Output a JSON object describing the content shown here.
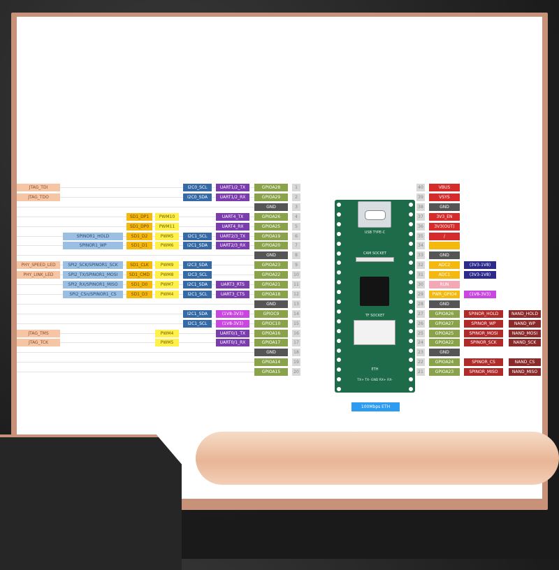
{
  "colors": {
    "jtag": "#f6c6a4",
    "i2c": "#356aa6",
    "uart": "#7b3cae",
    "gpio": "#8aa34a",
    "gnd": "#555555",
    "sd": "#f5b80e",
    "pwm": "#fff14a",
    "spi": "#9bbfe3",
    "phy": "#f6c6a4",
    "power": "#d62b2b",
    "adc": "#f5b80e",
    "vrange": "#2c2a8a",
    "run": "#f3a9b5",
    "pwrgpio": "#c946e0",
    "spinor": "#b02a2a",
    "nand": "#8b2a2a",
    "num": "#d8d8d8"
  },
  "left_pins": [
    {
      "num": "1",
      "gpio": "GPIOA28",
      "uart": "UART1/2_TX",
      "i2c": "I2C0_SCL",
      "jtag": "JTAG_TDI"
    },
    {
      "num": "2",
      "gpio": "GPIOA29",
      "uart": "UART1/2_RX",
      "i2c": "I2C0_SDA",
      "jtag": "JTAG_TDO"
    },
    {
      "num": "3",
      "gpio": "GND"
    },
    {
      "num": "4",
      "gpio": "GPIOA26",
      "uart": "UART4_TX",
      "pwm": "PWM10",
      "sd": "SD1_DP1"
    },
    {
      "num": "5",
      "gpio": "GPIOA25",
      "uart": "UART4_RX",
      "pwm": "PWM11",
      "sd": "SD1_DP0"
    },
    {
      "num": "6",
      "gpio": "GPIOA19",
      "uart": "UART2/3_TX",
      "i2c": "I2C1_SCL",
      "pwm": "PWM5",
      "sd": "SD1_D2",
      "spi": "SPINOR1_HOLD"
    },
    {
      "num": "7",
      "gpio": "GPIOA20",
      "uart": "UART2/3_RX",
      "i2c": "I2C1_SDA",
      "pwm": "PWM6",
      "sd": "SD1_D1",
      "spi": "SPINOR1_WP"
    },
    {
      "num": "8",
      "gpio": "GND"
    },
    {
      "num": "9",
      "gpio": "GPIOA23",
      "i2c": "I2C3_SDA",
      "pwm": "PWM9",
      "sd": "SD1_CLK",
      "spi": "SPI2_SCK/SPINOR1_SCK",
      "phy": "PHY_SPEED_LED"
    },
    {
      "num": "10",
      "gpio": "GPIOA22",
      "i2c": "I2C3_SCL",
      "pwm": "PWM8",
      "sd": "SD1_CMD",
      "spi": "SPI2_TX/SPINOR1_MOSI",
      "phy": "PHY_LINK_LED"
    },
    {
      "num": "11",
      "gpio": "GPIOA21",
      "uart": "UART3_RTS",
      "i2c": "I2C1_SDA",
      "pwm": "PWM7",
      "sd": "SD1_D0",
      "spi": "SPI2_RX/SPINOR1_MISO"
    },
    {
      "num": "12",
      "gpio": "GPIOA18",
      "uart": "UART3_CTS",
      "i2c": "I2C1_SCL",
      "pwm": "PWM4",
      "sd": "SD1_D3",
      "spi": "SPI2_CSn/SPINOR1_CS"
    },
    {
      "num": "13",
      "gpio": "GND"
    },
    {
      "num": "14",
      "gpio": "GPIOC9",
      "uart": "(1V8-3V3)",
      "i2c": "I2C1_SDA"
    },
    {
      "num": "15",
      "gpio": "GPIOC10",
      "uart": "(1V8-3V3)",
      "i2c": "I2C1_SCL"
    },
    {
      "num": "16",
      "gpio": "GPIOA16",
      "uart": "UART0/1_TX",
      "pwm": "PWM4",
      "jtag": "JTAG_TMS"
    },
    {
      "num": "17",
      "gpio": "GPIOA17",
      "uart": "UART0/1_RX",
      "pwm": "PWM5",
      "jtag": "JTAG_TCK"
    },
    {
      "num": "18",
      "gpio": "GND"
    },
    {
      "num": "19",
      "gpio": "GPIOA14"
    },
    {
      "num": "20",
      "gpio": "GPIOA15"
    }
  ],
  "right_pins": [
    {
      "num": "40",
      "func": "VBUS"
    },
    {
      "num": "39",
      "func": "VSYS"
    },
    {
      "num": "38",
      "func": "GND"
    },
    {
      "num": "37",
      "func": "3V3_EN"
    },
    {
      "num": "36",
      "func": "3V3(OUT)"
    },
    {
      "num": "35",
      "func": "/"
    },
    {
      "num": "34",
      "func": ""
    },
    {
      "num": "33",
      "func": "GND"
    },
    {
      "num": "32",
      "func": "ADC2",
      "extra": "(3V3-1V8)"
    },
    {
      "num": "31",
      "func": "ADC1",
      "extra": "(3V3-1V8)"
    },
    {
      "num": "30",
      "func": "RUN"
    },
    {
      "num": "29",
      "func": "PWR_GPIO4",
      "extra": "(1V8-3V3)"
    },
    {
      "num": "28",
      "func": "GND"
    },
    {
      "num": "27",
      "func": "GPIOA26",
      "spinor": "SPINOR_HOLD",
      "nand": "NAND_HOLD"
    },
    {
      "num": "26",
      "func": "GPIOA27",
      "spinor": "SPINOR_WP",
      "nand": "NAND_WP"
    },
    {
      "num": "25",
      "func": "GPIOA25",
      "spinor": "SPINOR_MOSI",
      "nand": "NAND_MOSI"
    },
    {
      "num": "24",
      "func": "GPIOA22",
      "spinor": "SPINOR_SCK",
      "nand": "NAND_SCK"
    },
    {
      "num": "23",
      "func": "GND"
    },
    {
      "num": "22",
      "func": "GPIOA24",
      "spinor": "SPINOR_CS",
      "nand": "NAND_CS"
    },
    {
      "num": "21",
      "func": "GPIOA23",
      "spinor": "SPINOR_MISO",
      "nand": "NAND_MISO"
    }
  ],
  "board": {
    "usb": "USB TYPE-C",
    "cam": "CAM SOCKET",
    "tf": "TF SOCKET",
    "eth": "ETH",
    "eth_pins": "TX+  TX-  GND  RX+  RX-"
  },
  "eth_badge": "100Mbps ETH"
}
